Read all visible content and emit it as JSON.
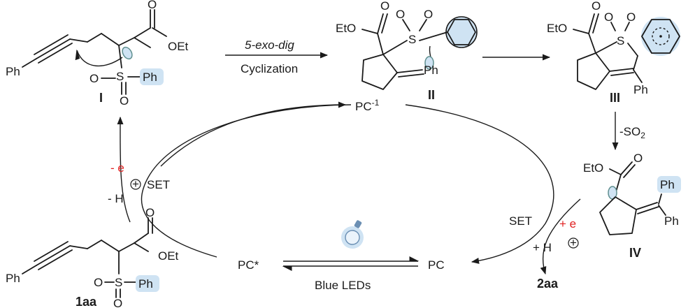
{
  "compounds": {
    "I": {
      "id": "I",
      "ph_top": "Ph",
      "ester": "OEt",
      "sulfonyl_ph": "Ph",
      "s": "S",
      "o": "O"
    },
    "II": {
      "id": "II",
      "ester": "EtO",
      "s": "S",
      "o": "O",
      "ph": "Ph"
    },
    "III": {
      "id": "III",
      "ester": "EtO",
      "s": "S",
      "o": "O",
      "ph": "Ph"
    },
    "IV": {
      "id": "IV",
      "ester": "EtO",
      "o": "O",
      "ph1": "Ph",
      "ph2": "Ph"
    },
    "sm": {
      "id": "1aa",
      "ph": "Ph",
      "ester": "OEt",
      "s": "S",
      "o": "O",
      "sulfonyl_ph": "Ph"
    },
    "product": {
      "id": "2aa"
    }
  },
  "arrows": {
    "cyclization_top": "5-exo-dig",
    "cyclization_bottom": "Cyclization",
    "so2_loss": "-SO",
    "so2_sub": "2",
    "left_minus_e": "- e",
    "left_minus_h": "- H",
    "left_set": "SET",
    "right_set": "SET",
    "right_plus_e": "+ e",
    "right_plus_h": "+ H",
    "plus_sign": "+",
    "blue_leds": "Blue LEDs"
  },
  "catalyst": {
    "pc_anion": "PC",
    "pc_anion_sup": "-1",
    "pc_star": "PC*",
    "pc": "PC"
  },
  "colors": {
    "highlight": "#cfe3f3",
    "radical": "#5f8f8f",
    "red": "#e02020"
  }
}
